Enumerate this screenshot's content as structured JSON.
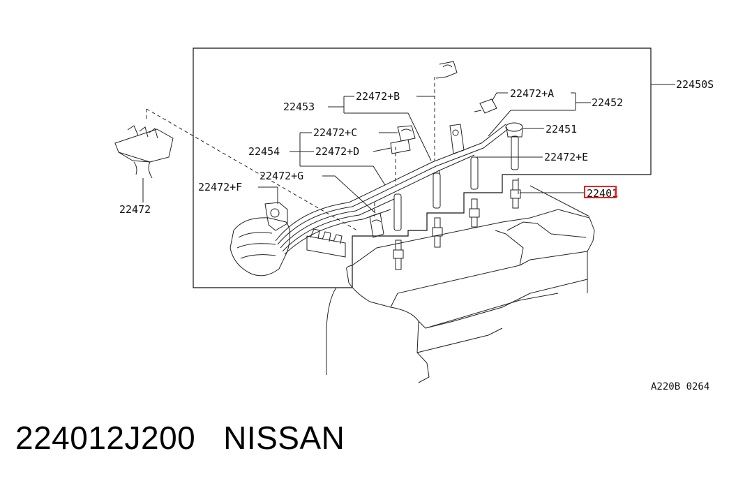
{
  "labels": {
    "p22450S": "22450S",
    "p22453": "22453",
    "p22472B": "22472+B",
    "p22472A": "22472+A",
    "p22452": "22452",
    "p22472C": "22472+C",
    "p22451": "22451",
    "p22454": "22454",
    "p22472D": "22472+D",
    "p22472E": "22472+E",
    "p22472G": "22472+G",
    "p22472F": "22472+F",
    "p22401": "22401",
    "p22472": "22472",
    "diagram_code": "A220B 0264"
  },
  "caption": {
    "part_number": "224012J200",
    "brand": "NISSAN"
  },
  "colors": {
    "highlight": "#ff1a1a",
    "ink": "#111111"
  }
}
